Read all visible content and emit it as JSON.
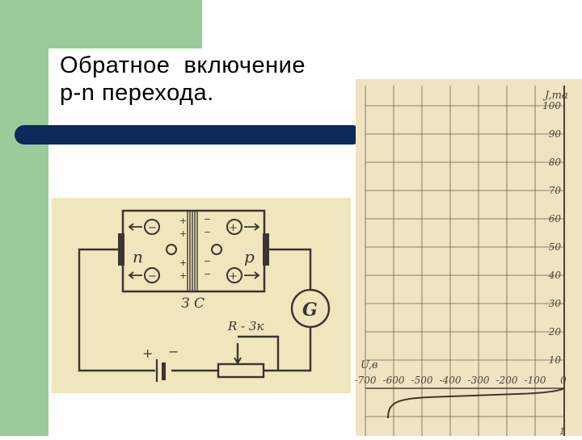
{
  "slide": {
    "title_line1": "Обратное  включение",
    "title_line2": "p-n перехода.",
    "accent_green": "#99cc99",
    "rule_color": "#0a2a5c"
  },
  "circuit": {
    "label_n": "n",
    "label_p": "p",
    "label_junction": "З С",
    "label_resistor": "R - 3к",
    "label_galvanometer": "G",
    "battery_plus": "+",
    "battery_minus": "−"
  },
  "graph": {
    "y_axis_label": "J,ma",
    "x_axis_label": "U,в",
    "y_ticks": [
      "100",
      "90",
      "80",
      "70",
      "60",
      "50",
      "40",
      "30",
      "20",
      "10"
    ],
    "x_ticks": [
      "-700",
      "-600",
      "-500",
      "-400",
      "-300",
      "-200",
      "-100",
      "0"
    ],
    "bottom_label": "1"
  }
}
